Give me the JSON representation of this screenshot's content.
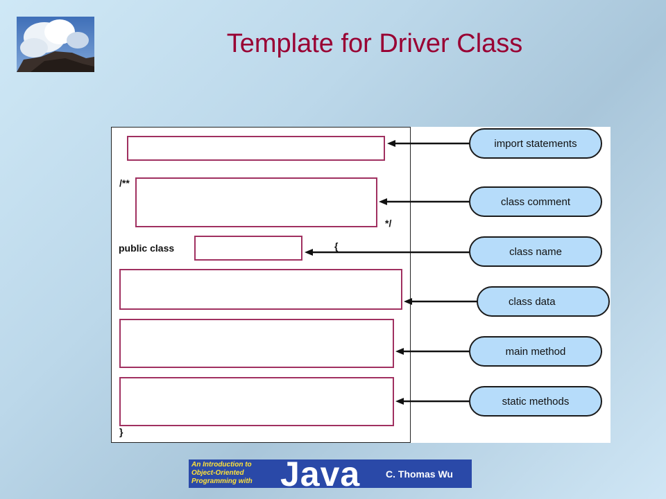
{
  "slide": {
    "title": "Template for Driver Class"
  },
  "code": {
    "comment_open": "/**",
    "comment_close": "*/",
    "public_class": "public class",
    "open_brace": "{",
    "close_brace": "}"
  },
  "labels": {
    "import_statements": "import statements",
    "class_comment": "class comment",
    "class_name": "class name",
    "class_data": "class data",
    "main_method": "main method",
    "static_methods": "static methods"
  },
  "banner": {
    "line1": "An Introduction to",
    "line2": "Object-Oriented",
    "line3": "Programming with",
    "java": "Java",
    "author": "C. Thomas Wu"
  },
  "colors": {
    "title": "#990033",
    "slot_border": "#a03060",
    "pill_fill": "#b6dcfa",
    "banner_bg": "#2a49a8",
    "banner_small_text": "#ffe23a"
  }
}
